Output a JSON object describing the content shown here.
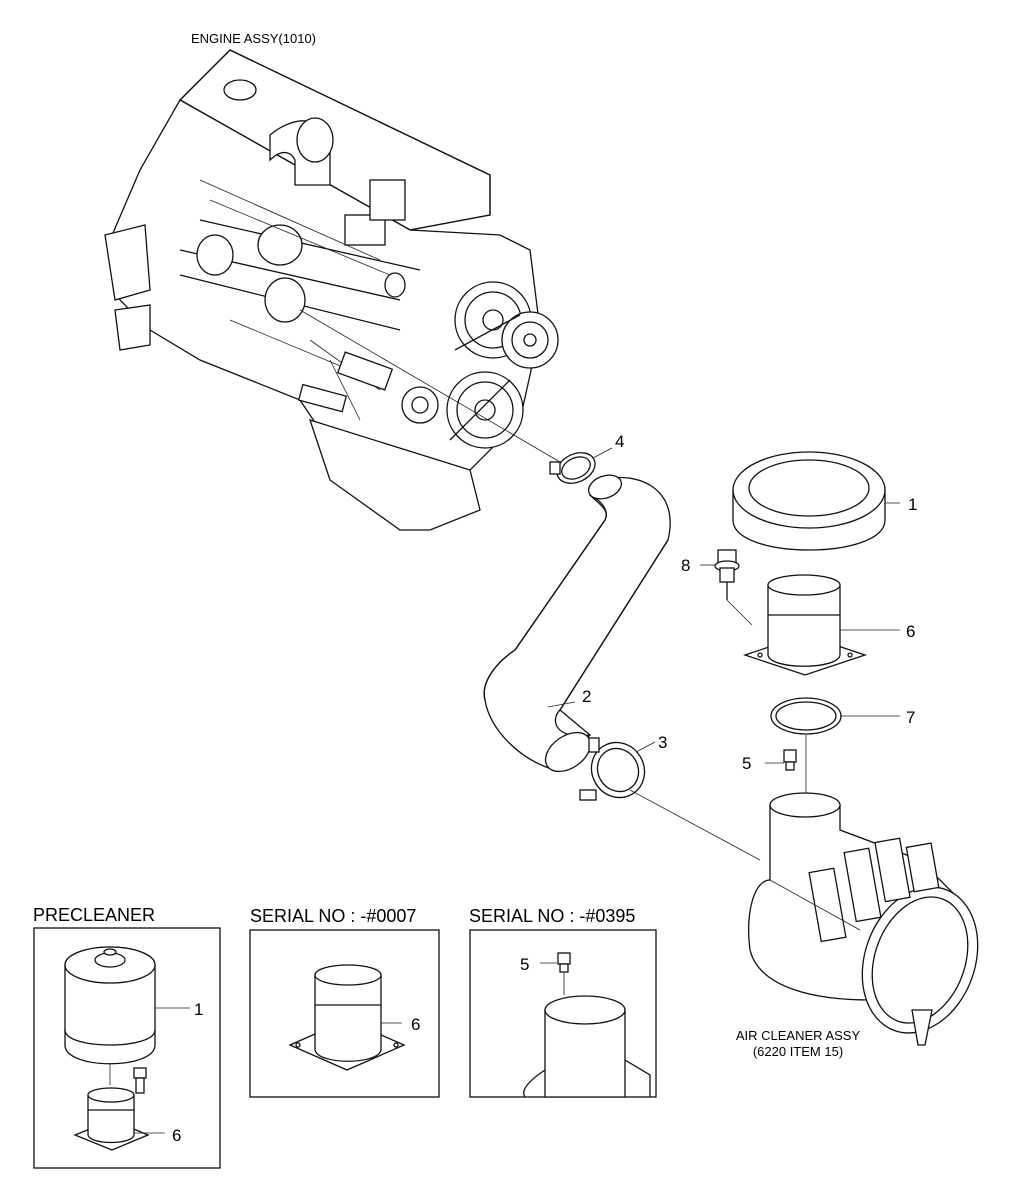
{
  "engine_label": "ENGINE ASSY(1010)",
  "air_cleaner_label_line1": "AIR CLEANER ASSY",
  "air_cleaner_label_line2": "(6220 ITEM 15)",
  "callouts": {
    "c1_main": "1",
    "c2": "2",
    "c3": "3",
    "c4": "4",
    "c5_main": "5",
    "c6_main": "6",
    "c7": "7",
    "c8": "8"
  },
  "insets": {
    "precleaner": {
      "title": "PRECLEANER",
      "callout_1": "1",
      "callout_6": "6"
    },
    "serial_0007": {
      "title": "SERIAL NO : -#0007",
      "callout_6": "6"
    },
    "serial_0395": {
      "title": "SERIAL NO : -#0395",
      "callout_5": "5"
    }
  }
}
